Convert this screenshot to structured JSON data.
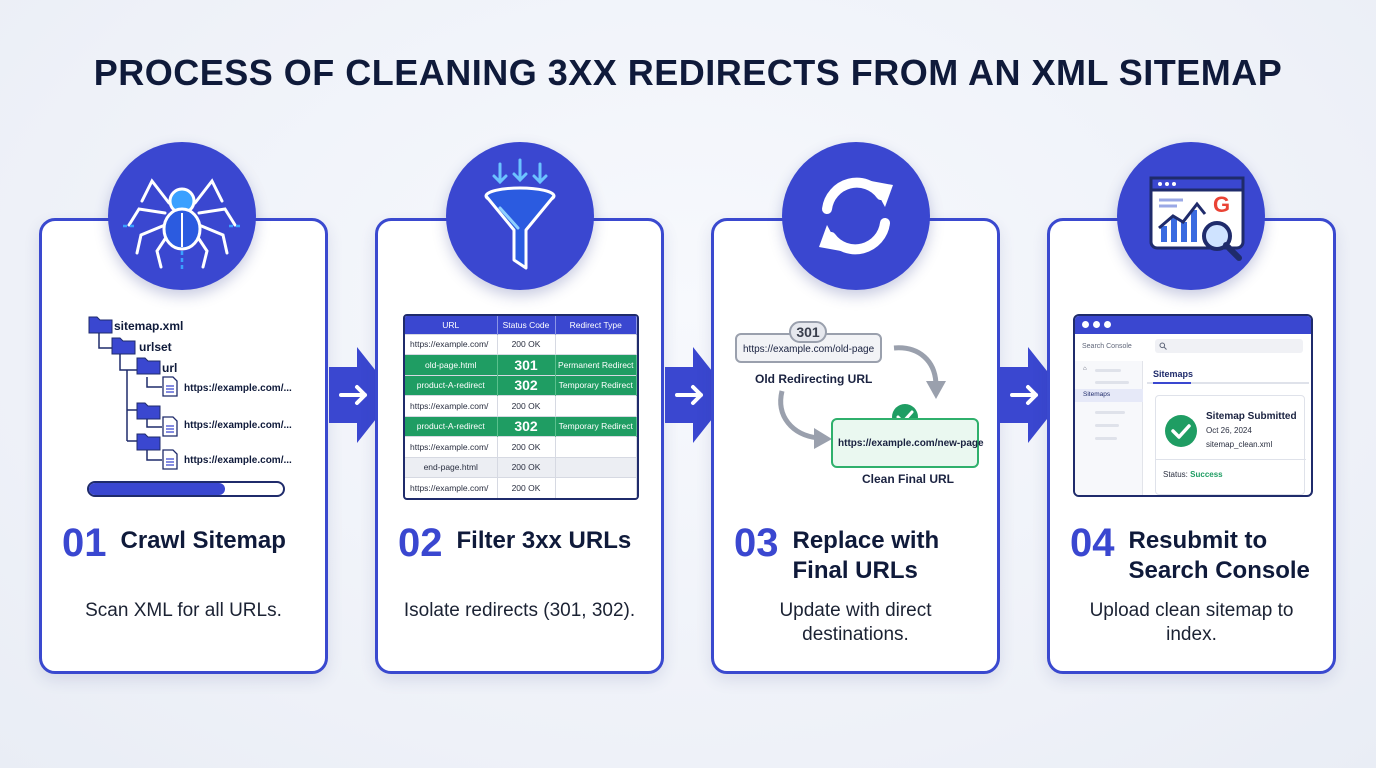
{
  "title": "PROCESS OF CLEANING 3XX REDIRECTS FROM AN XML SITEMAP",
  "colors": {
    "accent": "#3a47d0",
    "success": "#1f9d63",
    "dark": "#0f1a3a"
  },
  "steps": [
    {
      "number": "01",
      "title": "Crawl Sitemap",
      "description": "Scan XML for all URLs.",
      "icon": "spider-icon",
      "tree": {
        "root": "sitemap.xml",
        "set": "urlset",
        "url": "url",
        "leaf": "https://example.com/..."
      },
      "progress": 0.7
    },
    {
      "number": "02",
      "title": "Filter 3xx URLs",
      "description": "Isolate redirects (301, 302).",
      "icon": "funnel-icon",
      "table": {
        "headers": [
          "URL",
          "Status Code",
          "Redirect Type"
        ],
        "rows": [
          [
            "https://example.com/",
            "200 OK",
            ""
          ],
          [
            "old-page.html",
            "301",
            "Permanent Redirect"
          ],
          [
            "product-A-redirect",
            "302",
            "Temporary Redirect"
          ],
          [
            "https://example.com/",
            "200 OK",
            ""
          ],
          [
            "product-A-redirect",
            "302",
            "Temporary Redirect"
          ],
          [
            "https://example.com/",
            "200 OK",
            ""
          ],
          [
            "end-page.html",
            "200 OK",
            ""
          ],
          [
            "https://example.com/",
            "200 OK",
            ""
          ]
        ]
      }
    },
    {
      "number": "03",
      "title": "Replace with Final URLs",
      "title_line1": "Replace with",
      "title_line2": "Final URLs",
      "description": "Update with direct destinations.",
      "icon": "sync-icon",
      "redirect": {
        "code": "301",
        "old_url": "https://example.com/old-page",
        "old_caption": "Old Redirecting URL",
        "new_url": "https://example.com/new-page",
        "new_caption": "Clean Final URL"
      }
    },
    {
      "number": "04",
      "title": "Resubmit to Search Console",
      "title_line1": "Resubmit to",
      "title_line2": "Search Console",
      "description": "Upload clean sitemap to index.",
      "icon": "analytics-search-icon",
      "console": {
        "app": "Search Console",
        "nav_item": "Sitemaps",
        "section": "Sitemaps",
        "status_title": "Sitemap Submitted",
        "date": "Oct 26, 2024",
        "file": "sitemap_clean.xml",
        "status_label": "Status:",
        "status_value": "Success"
      }
    }
  ]
}
